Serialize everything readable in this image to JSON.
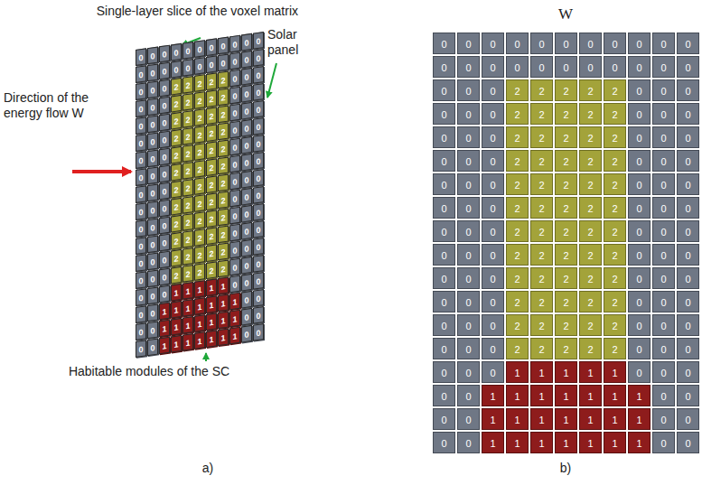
{
  "diagram": {
    "labels": [
      "Single-layer slice of the voxel matrix",
      "Solar panel",
      "Direction of the energy flow W",
      "Habitable modules of the SC",
      "a)",
      "W",
      "b)",
      "0",
      "0",
      "0",
      "0",
      "0",
      "0",
      "0",
      "0",
      "0",
      "0",
      "0",
      "0",
      "0",
      "0",
      "0",
      "0",
      "0",
      "0",
      "0",
      "0",
      "0",
      "0",
      "0",
      "0",
      "0",
      "2",
      "2",
      "2",
      "2",
      "2",
      "0",
      "0",
      "0",
      "0",
      "0",
      "0",
      "2",
      "2",
      "2",
      "2",
      "2",
      "0",
      "0",
      "0",
      "0",
      "0",
      "0",
      "2",
      "2",
      "2",
      "2",
      "2",
      "0",
      "0",
      "0",
      "0",
      "0",
      "0",
      "2",
      "2",
      "2",
      "2",
      "2",
      "0",
      "0",
      "0",
      "0",
      "0",
      "0",
      "2",
      "2",
      "2",
      "2",
      "2",
      "0",
      "0",
      "0",
      "0",
      "0",
      "0",
      "2",
      "2",
      "2",
      "2",
      "2",
      "0",
      "0",
      "0",
      "0",
      "0",
      "0",
      "2",
      "2",
      "2",
      "2",
      "2",
      "0",
      "0",
      "0",
      "0",
      "0",
      "0",
      "2",
      "2",
      "2",
      "2",
      "2",
      "0",
      "0",
      "0",
      "0",
      "0",
      "0",
      "2",
      "2",
      "2",
      "2",
      "2",
      "0",
      "0",
      "0",
      "0",
      "0",
      "0",
      "2",
      "2",
      "2",
      "2",
      "2",
      "0",
      "0",
      "0",
      "0",
      "0",
      "0",
      "2",
      "2",
      "2",
      "2",
      "2",
      "0",
      "0",
      "0",
      "0",
      "0",
      "0",
      "2",
      "2",
      "2",
      "2",
      "2",
      "0",
      "0",
      "0",
      "0",
      "0",
      "0",
      "1",
      "1",
      "1",
      "1",
      "1",
      "0",
      "0",
      "0",
      "0",
      "0",
      "1",
      "1",
      "1",
      "1",
      "1",
      "1",
      "1",
      "0",
      "0",
      "0",
      "0",
      "1",
      "1",
      "1",
      "1",
      "1",
      "1",
      "1",
      "0",
      "0",
      "0",
      "0",
      "1",
      "1",
      "1",
      "1",
      "1",
      "1",
      "1",
      "0",
      "0",
      "0",
      "0",
      "0",
      "0",
      "0",
      "0",
      "0",
      "0",
      "0",
      "0",
      "0",
      "0",
      "0",
      "0",
      "0",
      "0",
      "0",
      "0",
      "0",
      "0",
      "0",
      "0",
      "0",
      "0",
      "0",
      "2",
      "2",
      "2",
      "2",
      "2",
      "0",
      "0",
      "0",
      "0",
      "0",
      "0",
      "2",
      "2",
      "2",
      "2",
      "2",
      "0",
      "0",
      "0",
      "0",
      "0",
      "0",
      "2",
      "2",
      "2",
      "2",
      "2",
      "0",
      "0",
      "0",
      "0",
      "0",
      "0",
      "2",
      "2",
      "2",
      "2",
      "2",
      "0",
      "0",
      "0",
      "0",
      "0",
      "0",
      "2",
      "2",
      "2",
      "2",
      "2",
      "0",
      "0",
      "0",
      "0",
      "0",
      "0",
      "2",
      "2",
      "2",
      "2",
      "2",
      "0",
      "0",
      "0",
      "0",
      "0",
      "0",
      "2",
      "2",
      "2",
      "2",
      "2",
      "0",
      "0",
      "0",
      "0",
      "0",
      "0",
      "2",
      "2",
      "2",
      "2",
      "2",
      "0",
      "0",
      "0",
      "0",
      "0",
      "0",
      "2",
      "2",
      "2",
      "2",
      "2",
      "0",
      "0",
      "0",
      "0",
      "0",
      "0",
      "2",
      "2",
      "2",
      "2",
      "2",
      "0",
      "0",
      "0",
      "0",
      "0",
      "0",
      "2",
      "2",
      "2",
      "2",
      "2",
      "0",
      "0",
      "0",
      "0",
      "0",
      "0",
      "2",
      "2",
      "2",
      "2",
      "2",
      "0",
      "0",
      "0",
      "0",
      "0",
      "0",
      "1",
      "1",
      "1",
      "1",
      "1",
      "0",
      "0",
      "0",
      "0",
      "0",
      "1",
      "1",
      "1",
      "1",
      "1",
      "1",
      "1",
      "0",
      "0",
      "0",
      "0",
      "1",
      "1",
      "1",
      "1",
      "1",
      "1",
      "1",
      "0",
      "0",
      "0",
      "0",
      "1",
      "1",
      "1",
      "1",
      "1",
      "1",
      "1",
      "0",
      "0"
    ]
  }
}
